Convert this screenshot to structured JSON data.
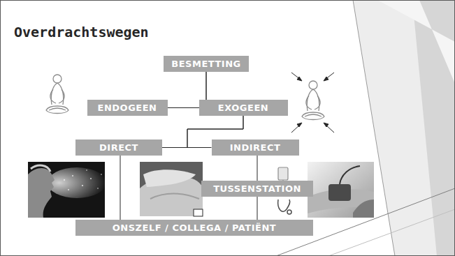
{
  "diagram": {
    "title": "Overdrachtswegen",
    "nodes": [
      {
        "text": [
          "BESMETTING"
        ]
      },
      {
        "text": [
          "ENDOGEEN"
        ]
      },
      {
        "text": [
          "EXOGEEN"
        ]
      },
      {
        "text": [
          "DIRECT"
        ]
      },
      {
        "text": [
          "INDIRECT"
        ]
      },
      {
        "text": [
          "TUSSENSTATION"
        ]
      },
      {
        "text": [
          "ONSZELF / COLLEGA / PATIËNT"
        ]
      }
    ],
    "edges": [
      {
        "from": 0,
        "to": 1,
        "arrow": "none"
      },
      {
        "from": 0,
        "to": 2,
        "arrow": "none"
      },
      {
        "from": 2,
        "to": 3,
        "arrow": "none"
      },
      {
        "from": 2,
        "to": 4,
        "arrow": "none"
      },
      {
        "from": 3,
        "to": 6,
        "arrow": "none"
      },
      {
        "from": 4,
        "to": 5,
        "arrow": "none"
      },
      {
        "from": 5,
        "to": 6,
        "arrow": "none"
      }
    ]
  }
}
